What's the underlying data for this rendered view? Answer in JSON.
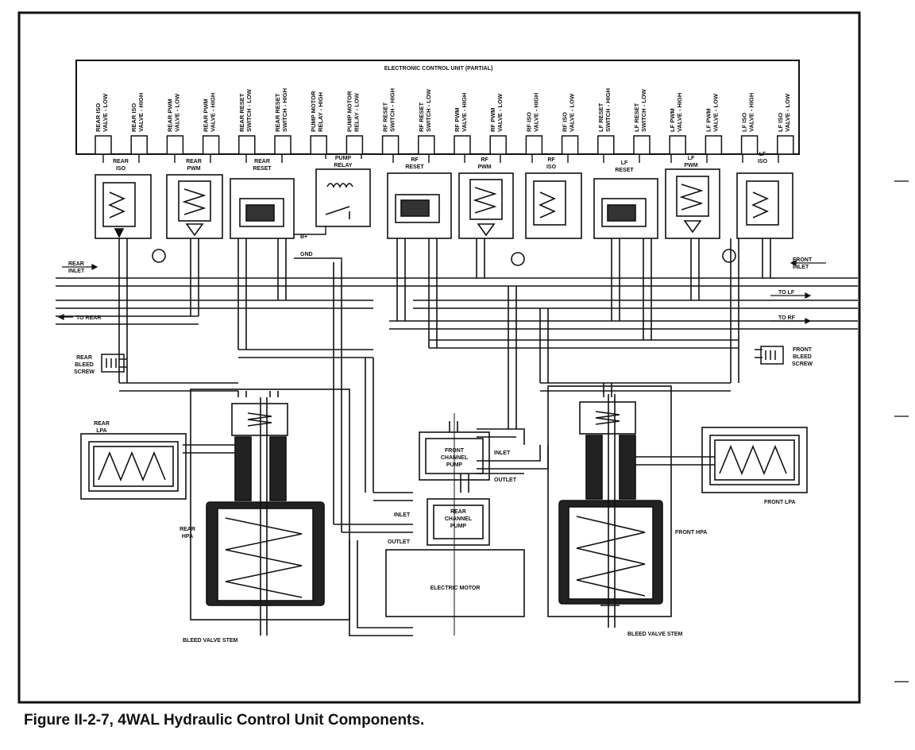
{
  "ecu": {
    "title": "ELECTRONIC CONTROL UNIT (PARTIAL)",
    "pins": [
      [
        "REAR ISO",
        "VALVE - LOW"
      ],
      [
        "REAR ISO",
        "VALVE - HIGH"
      ],
      [
        "REAR PWM",
        "VALVE - LOW"
      ],
      [
        "REAR PWM",
        "VALVE - HIGH"
      ],
      [
        "REAR RESET",
        "SWITCH - LOW"
      ],
      [
        "REAR RESET",
        "SWITCH - HIGH"
      ],
      [
        "PUMP MOTOR",
        "RELAY - HIGH"
      ],
      [
        "PUMP MOTOR",
        "RELAY - LOW"
      ],
      [
        "RF RESET",
        "SWITCH - HIGH"
      ],
      [
        "RF RESET",
        "SWITCH - LOW"
      ],
      [
        "RF PWM",
        "VALVE - HIGH"
      ],
      [
        "RF PWM",
        "VALVE - LOW"
      ],
      [
        "RF ISO",
        "VALVE - HIGH"
      ],
      [
        "RF ISO",
        "VALVE - LOW"
      ],
      [
        "LF RESET",
        "SWITCH - HIGH"
      ],
      [
        "LF RESET",
        "SWITCH - LOW"
      ],
      [
        "LF PWM",
        "VALVE - HIGH"
      ],
      [
        "LF PWM",
        "VALVE - LOW"
      ],
      [
        "LF ISO",
        "VALVE - HIGH"
      ],
      [
        "LF ISO",
        "VALVE - LOW"
      ]
    ]
  },
  "components": {
    "rear_iso": [
      "REAR",
      "ISO"
    ],
    "rear_pwm": [
      "REAR",
      "PWM"
    ],
    "rear_reset": [
      "REAR",
      "RESET"
    ],
    "pump_relay": [
      "PUMP",
      "RELAY"
    ],
    "rf_reset": [
      "RF",
      "RESET"
    ],
    "rf_pwm": [
      "RF",
      "PWM"
    ],
    "rf_iso": [
      "RF",
      "ISO"
    ],
    "lf_reset": [
      "LF",
      "RESET"
    ],
    "lf_pwm": [
      "LF",
      "PWM"
    ],
    "lf_iso": [
      "LF",
      "ISO"
    ]
  },
  "labels": {
    "bplus": "B+",
    "gnd": "GND",
    "rear_inlet": [
      "REAR",
      "INLET"
    ],
    "front_inlet": [
      "FRONT",
      "INLET"
    ],
    "to_rear": "TO REAR",
    "to_lf": "TO LF",
    "to_rf": "TO RF",
    "rear_bleed_screw": [
      "REAR",
      "BLEED",
      "SCREW"
    ],
    "front_bleed_screw": [
      "FRONT",
      "BLEED",
      "SCREW"
    ],
    "rear_lpa": [
      "REAR",
      "LPA"
    ],
    "front_lpa": "FRONT LPA",
    "rear_hpa": [
      "REAR",
      "HPA"
    ],
    "front_hpa": "FRONT HPA",
    "front_channel_pump": [
      "FRONT",
      "CHANNEL",
      "PUMP"
    ],
    "rear_channel_pump": [
      "REAR",
      "CHANNEL",
      "PUMP"
    ],
    "inlet_front": "INLET",
    "outlet_front": "OUTLET",
    "inlet_rear": "INLET",
    "outlet_rear": "OUTLET",
    "electric_motor": "ELECTRIC MOTOR",
    "bleed_valve_stem_left": "BLEED VALVE STEM",
    "bleed_valve_stem_right": "BLEED VALVE STEM"
  },
  "caption": "Figure II-2-7, 4WAL Hydraulic Control Unit Components."
}
